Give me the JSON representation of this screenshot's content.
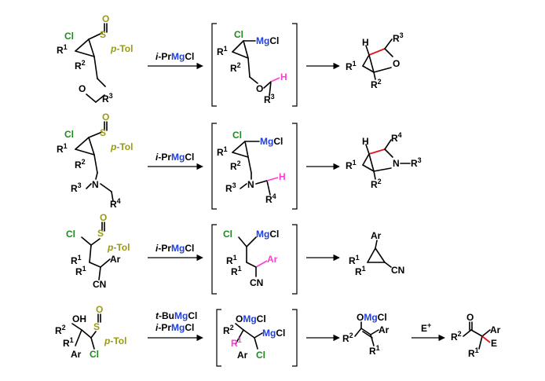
{
  "colors": {
    "black": "#000000",
    "chlorine": "#1d8a1d",
    "magnesium": "#1f3fe0",
    "sulfur": "#9a9a13",
    "migrating_h": "#ff3bd6",
    "new_bond": "#e0141e"
  },
  "text": {
    "Cl": "Cl",
    "Mg": "Mg",
    "S": "S",
    "O": "O",
    "N": "N",
    "H": "H",
    "R": "R",
    "E": "E",
    "Ar": "Ar",
    "OH": "OH",
    "CN": "CN",
    "sup1": "1",
    "sup2": "2",
    "sup3": "3",
    "sup4": "4",
    "plus": "+",
    "pTol": "p",
    "tol": "-Tol",
    "iPr_i": "i",
    "iPr_rest": "-Pr",
    "tBu_t": "t",
    "tBu_rest": "-Bu"
  },
  "rows": [
    {
      "reagent": "i-PrMgCl"
    },
    {
      "reagent": "i-PrMgCl"
    },
    {
      "reagent": "i-PrMgCl"
    },
    {
      "reagent_line1": "t-BuMgCl",
      "reagent_line2": "i-PrMgCl",
      "final_reagent": "E+"
    }
  ]
}
